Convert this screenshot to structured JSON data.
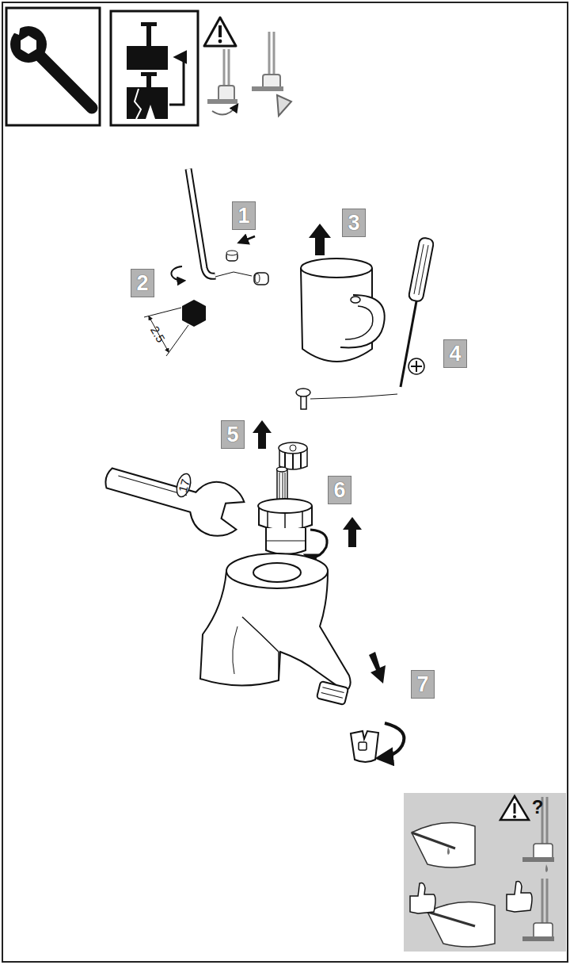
{
  "diagram": {
    "labels": [
      "1",
      "3",
      "2",
      "2.5",
      "4",
      "5",
      "17",
      "6",
      "7",
      "?"
    ]
  }
}
